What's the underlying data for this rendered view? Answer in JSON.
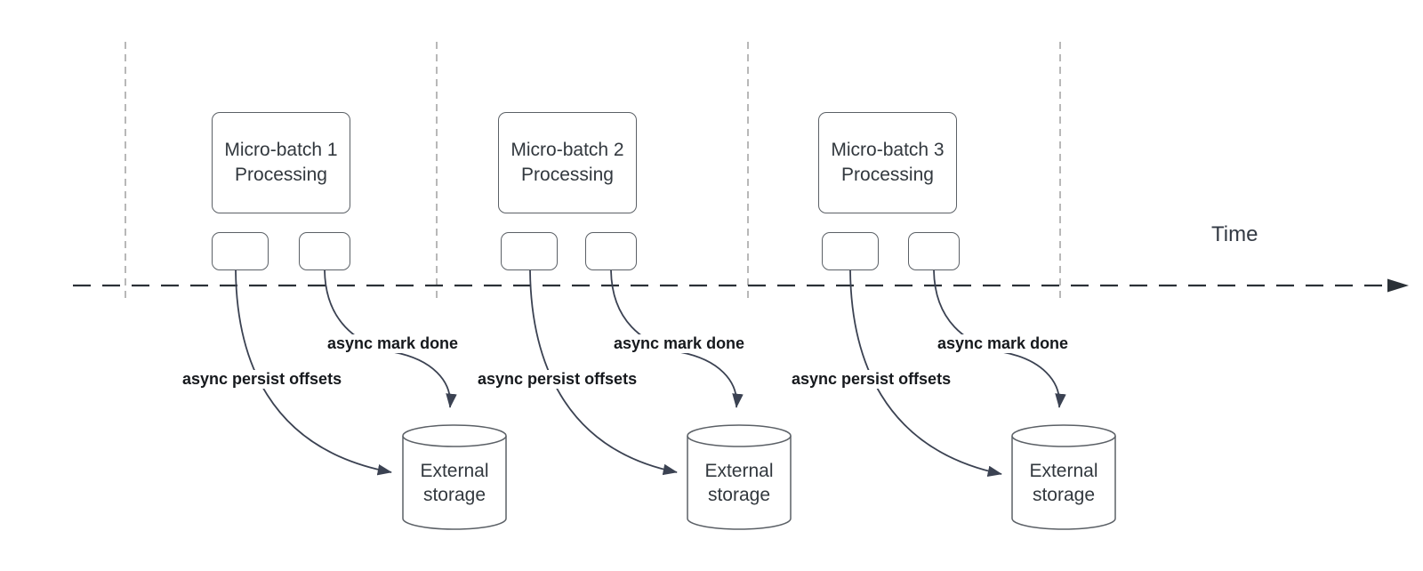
{
  "diagram": {
    "time_label": "Time",
    "sections": [
      {
        "title_line1": "Micro-batch 1",
        "title_line2": "Processing",
        "persist_label": "async persist offsets",
        "mark_label": "async mark done",
        "storage_line1": "External",
        "storage_line2": "storage"
      },
      {
        "title_line1": "Micro-batch 2",
        "title_line2": "Processing",
        "persist_label": "async persist offsets",
        "mark_label": "async mark done",
        "storage_line1": "External",
        "storage_line2": "storage"
      },
      {
        "title_line1": "Micro-batch 3",
        "title_line2": "Processing",
        "persist_label": "async persist offsets",
        "mark_label": "async mark done",
        "storage_line1": "External",
        "storage_line2": "storage"
      }
    ],
    "colors": {
      "arrow": "#3b4252",
      "axis": "#2b3137",
      "gridline": "#a6a6a6",
      "shape_border": "#5b6066"
    }
  }
}
